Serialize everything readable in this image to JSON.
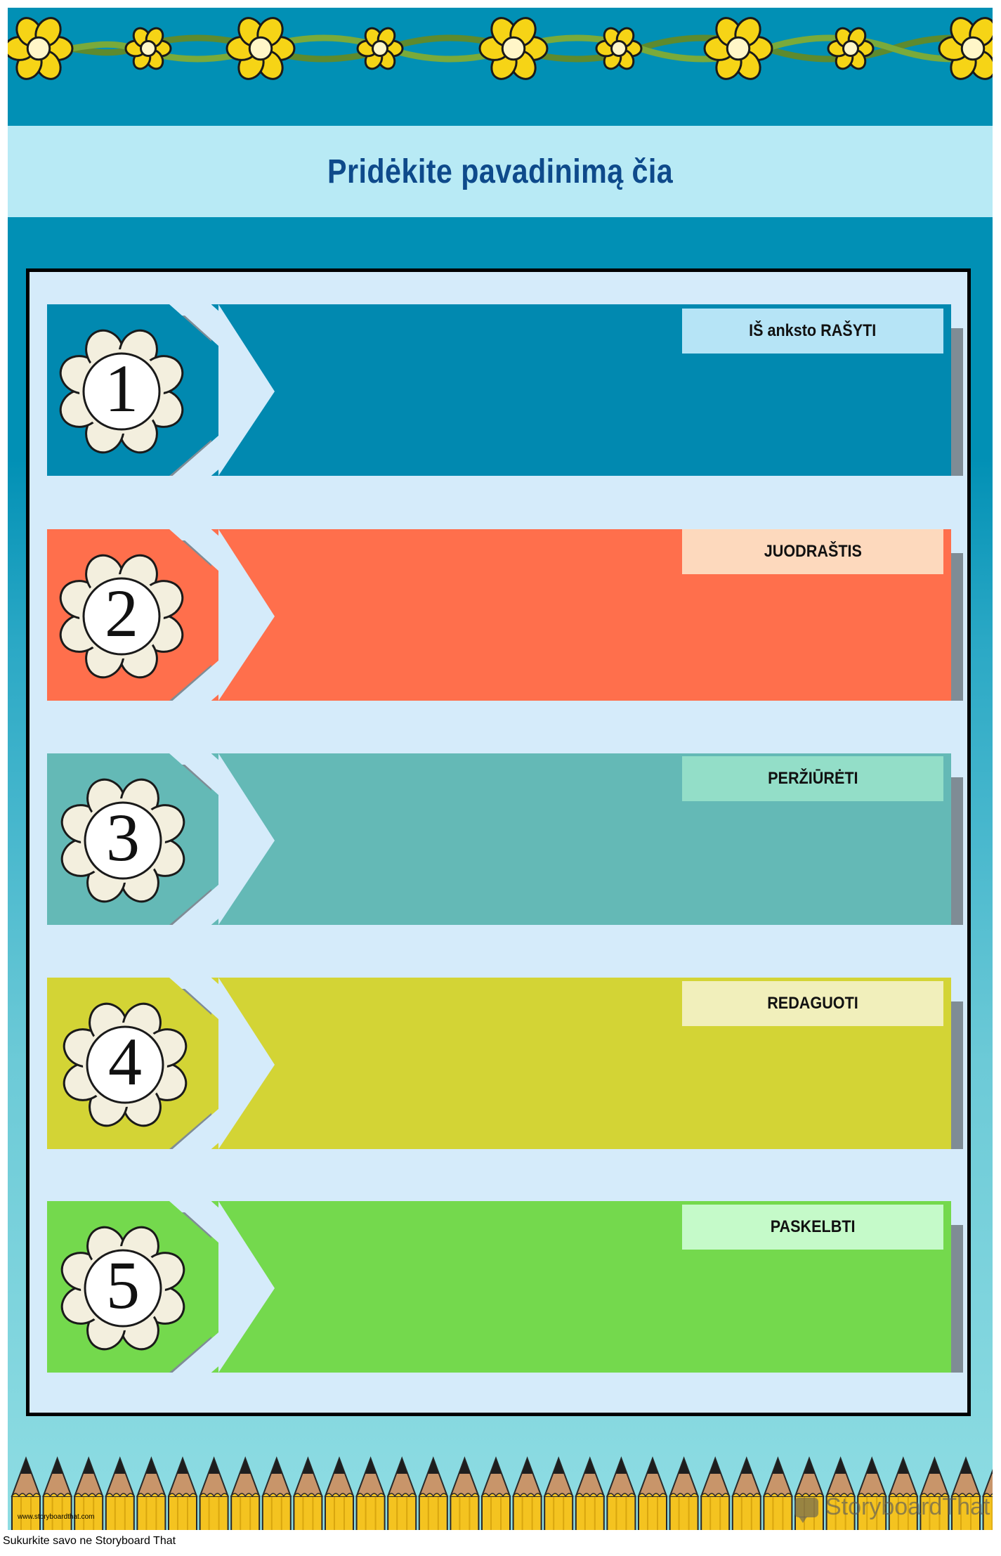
{
  "title": "Pridėkite pavadinimą čia",
  "steps": [
    {
      "number": "1",
      "label": "IŠ anksto RAŠYTI",
      "color": "#0189b0",
      "label_bg": "#b6e4f6"
    },
    {
      "number": "2",
      "label": "JUODRAŠTIS",
      "color": "#ff6f4c",
      "label_bg": "#fdd9bd"
    },
    {
      "number": "3",
      "label": "PERŽIŪRĖTI",
      "color": "#64b9b6",
      "label_bg": "#93dec8"
    },
    {
      "number": "4",
      "label": "REDAGUOTI",
      "color": "#d3d435",
      "label_bg": "#f1efbb"
    },
    {
      "number": "5",
      "label": "PASKELBTI",
      "color": "#74d94d",
      "label_bg": "#c5fac9"
    }
  ],
  "watermark": {
    "url": "www.storyboardthat.com",
    "logo": "StoryboardThat"
  },
  "footer": "Sukurkite savo ne Storyboard That",
  "icons": {
    "border": "yellow-flower-vine",
    "badge": "white-daisy",
    "bottom": "pencil-row"
  }
}
